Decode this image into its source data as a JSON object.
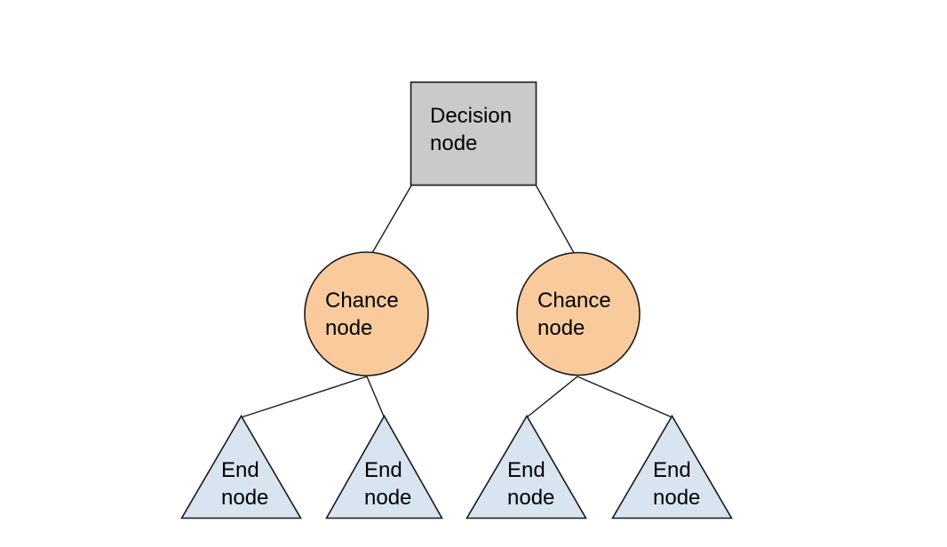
{
  "diagram": {
    "background": "#ffffff",
    "colors": {
      "decision_fill": "#cacaca",
      "chance_fill": "#f9cb9c",
      "end_fill": "#d9e4f1",
      "outline": "#1a1a1a",
      "connector": "#1a1a1a",
      "text": "#000000"
    },
    "nodes": {
      "decision": {
        "label": "Decision\nnode",
        "shape": "square"
      },
      "chance_left": {
        "label": "Chance\nnode",
        "shape": "circle"
      },
      "chance_right": {
        "label": "Chance\nnode",
        "shape": "circle"
      },
      "end_1": {
        "label": "End\nnode",
        "shape": "triangle"
      },
      "end_2": {
        "label": "End\nnode",
        "shape": "triangle"
      },
      "end_3": {
        "label": "End\nnode",
        "shape": "triangle"
      },
      "end_4": {
        "label": "End\nnode",
        "shape": "triangle"
      }
    },
    "edges": [
      {
        "from": "decision",
        "to": "chance_left"
      },
      {
        "from": "decision",
        "to": "chance_right"
      },
      {
        "from": "chance_left",
        "to": "end_1"
      },
      {
        "from": "chance_left",
        "to": "end_2"
      },
      {
        "from": "chance_right",
        "to": "end_3"
      },
      {
        "from": "chance_right",
        "to": "end_4"
      }
    ]
  }
}
